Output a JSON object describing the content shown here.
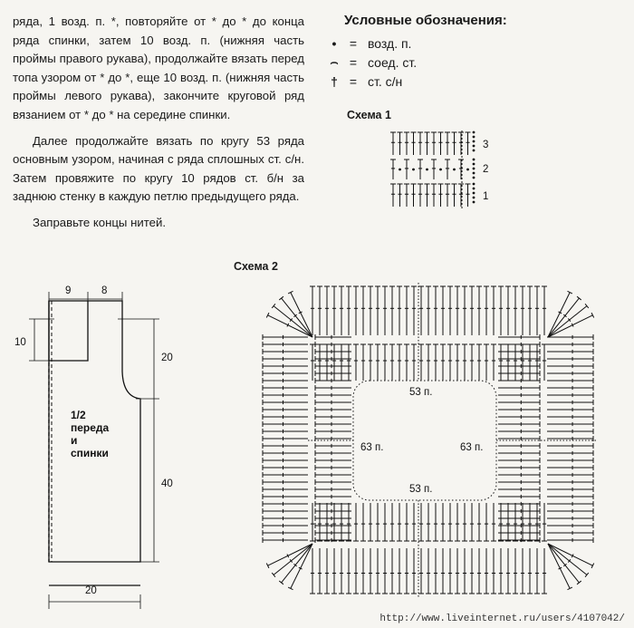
{
  "instructions": {
    "p1": "ряда, 1 возд. п. *, повторяйте от * до * до конца ряда спинки, затем 10 возд. п. (нижняя часть проймы правого рукава), продолжайте вязать перед топа узором от * до *, еще 10 возд. п. (нижняя часть проймы левого рукава), закончите круговой ряд вязанием от * до * на середине спинки.",
    "p2": "Далее продолжайте вязать по кругу 53 ряда основным узором, начиная с ряда сплошных ст. с/н. Затем провяжите по кругу 10 рядов ст. б/н за заднюю стенку в каждую петлю предыдущего ряда.",
    "p3": "Заправьте концы нитей."
  },
  "legend": {
    "title": "Условные обозначения:",
    "items": [
      {
        "symbol": "•",
        "eq": "=",
        "text": "возд. п."
      },
      {
        "symbol": "⌢",
        "eq": "=",
        "text": "соед. ст."
      },
      {
        "symbol": "†",
        "eq": "=",
        "text": "ст. с/н"
      }
    ]
  },
  "scheme1": {
    "title": "Схема 1",
    "rows": [
      "3",
      "2",
      "1"
    ]
  },
  "scheme2": {
    "title": "Схема 2",
    "stitch_top": "53 п.",
    "stitch_bottom": "53 п.",
    "stitch_left": "63 п.",
    "stitch_right": "63 п."
  },
  "pattern": {
    "dim_9": "9",
    "dim_8": "8",
    "dim_10": "10",
    "dim_20_right": "20",
    "dim_40": "40",
    "dim_20_bottom": "20",
    "label_line1": "1/2",
    "label_line2": "переда",
    "label_line3": "и",
    "label_line4": "спинки"
  },
  "watermark": "http://www.liveinternet.ru/users/4107042/"
}
